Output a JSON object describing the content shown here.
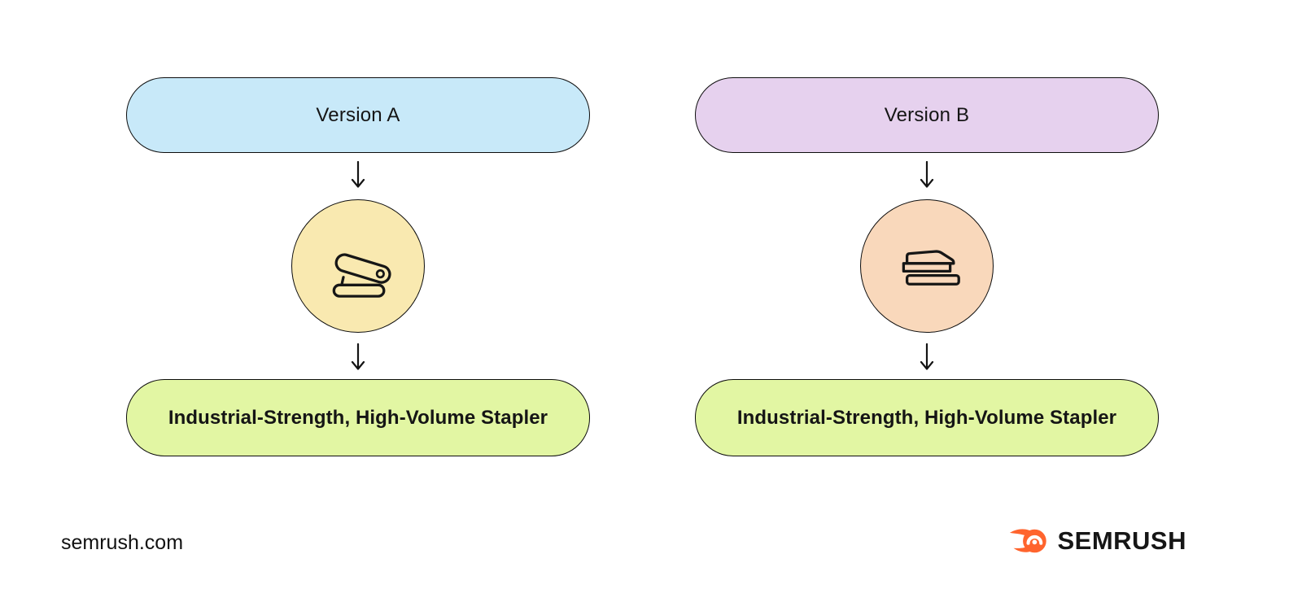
{
  "diagram": {
    "arrow_icon": "down-arrow-icon",
    "outline_color": "#0d0d0d",
    "columns": [
      {
        "version_label": "Version A",
        "version_box_color": "#c8e9f9",
        "icon_name": "stapler-open-icon",
        "icon_circle_color": "#f9e9b0",
        "result_label": "Industrial-Strength, High-Volume Stapler",
        "result_box_color": "#e2f6a3"
      },
      {
        "version_label": "Version B",
        "version_box_color": "#e6d1ee",
        "icon_name": "stapler-closed-icon",
        "icon_circle_color": "#f9d8bb",
        "result_label": "Industrial-Strength, High-Volume Stapler",
        "result_box_color": "#e2f6a3"
      }
    ]
  },
  "footer": {
    "site_text": "semrush.com",
    "brand_name": "SEMRUSH",
    "brand_icon": "semrush-flame-icon",
    "brand_accent_color": "#ff642d",
    "brand_text_color": "#161616"
  }
}
